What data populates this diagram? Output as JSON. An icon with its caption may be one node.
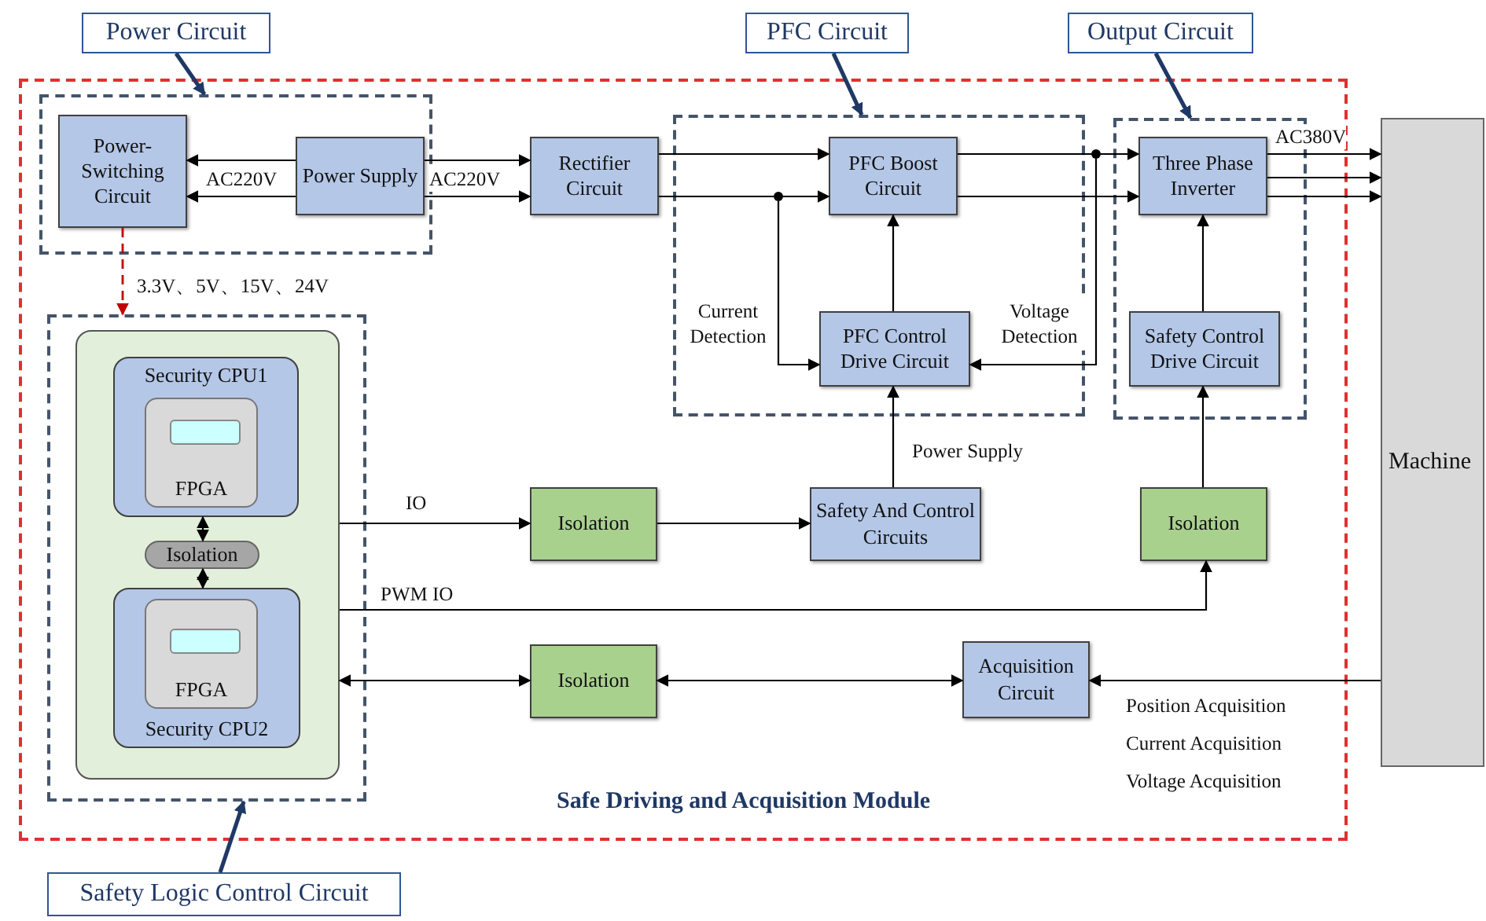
{
  "diagram": {
    "nodes": [
      {
        "text": [
          "Safe Driving and Acquisition Module"
        ]
      },
      {
        "text": [],
        "shape": "box",
        "in": 0
      },
      {
        "text": [
          "Power-Switching Circuit"
        ],
        "in": 1
      },
      {
        "text": [
          "Power Supply"
        ],
        "in": 1
      },
      {
        "text": [
          "Rectifier Circuit"
        ],
        "in": 0
      },
      {
        "text": [],
        "shape": "box",
        "in": 0
      },
      {
        "text": [
          "PFC Boost Circuit"
        ],
        "in": 5
      },
      {
        "text": [
          "PFC Control Drive Circuit"
        ],
        "in": 5
      },
      {
        "text": [],
        "shape": "box",
        "in": 0
      },
      {
        "text": [
          "Three Phase Inverter"
        ],
        "in": 8
      },
      {
        "text": [
          "Safety Control Drive Circuit"
        ],
        "in": 8
      },
      {
        "text": [],
        "shape": "box",
        "in": 0
      },
      {
        "text": [],
        "shape": "box",
        "in": 11
      },
      {
        "text": [
          "Security CPU1"
        ],
        "in": 12
      },
      {
        "text": [
          "FPGA"
        ],
        "in": 13
      },
      {
        "text": [],
        "shape": "box",
        "in": 14
      },
      {
        "text": [
          "Isolation"
        ],
        "in": 12
      },
      {
        "text": [
          "Security CPU2"
        ],
        "in": 12
      },
      {
        "text": [
          "FPGA"
        ],
        "in": 17
      },
      {
        "text": [],
        "shape": "box",
        "in": 18
      },
      {
        "text": [
          "Isolation"
        ],
        "in": 0
      },
      {
        "text": [
          "Safety And Control Circuits"
        ],
        "in": 0
      },
      {
        "text": [
          "Isolation"
        ],
        "in": 0
      },
      {
        "text": [
          "Isolation"
        ],
        "in": 0
      },
      {
        "text": [
          "Acquisition Circuit"
        ],
        "in": 0
      },
      {
        "text": [
          "Machine"
        ]
      },
      {
        "text": [],
        "shape": "circle",
        "in": 5
      },
      {
        "text": [],
        "shape": "circle",
        "in": 0
      },
      {
        "text": [
          "Power Circuit"
        ]
      },
      {
        "text": [
          "PFC Circuit"
        ]
      },
      {
        "text": [
          "Output Circuit"
        ]
      },
      {
        "text": [
          "Safety Logic Control Circuit"
        ]
      }
    ],
    "edges": [
      {
        "from": 3,
        "to": 2,
        "arrow": "to",
        "label": "AC220V"
      },
      {
        "from": 3,
        "to": 2,
        "arrow": "to"
      },
      {
        "from": 3,
        "to": 4,
        "arrow": "to",
        "label": "AC220V"
      },
      {
        "from": 3,
        "to": 4,
        "arrow": "to"
      },
      {
        "from": 4,
        "to": 6,
        "arrow": "to"
      },
      {
        "from": 4,
        "to": 26,
        "arrow": "none"
      },
      {
        "from": 26,
        "to": 6,
        "arrow": "to"
      },
      {
        "from": 26,
        "to": 7,
        "arrow": "to",
        "label": "Current Detection"
      },
      {
        "from": 6,
        "to": 27,
        "arrow": "none"
      },
      {
        "from": 27,
        "to": 9,
        "arrow": "to"
      },
      {
        "from": 27,
        "to": 7,
        "arrow": "to",
        "label": "Voltage Detection"
      },
      {
        "from": 6,
        "to": 9,
        "arrow": "to"
      },
      {
        "from": 9,
        "to": 25,
        "arrow": "to",
        "label": "AC380V"
      },
      {
        "from": 9,
        "to": 25,
        "arrow": "to"
      },
      {
        "from": 9,
        "to": 25,
        "arrow": "to"
      },
      {
        "from": 7,
        "to": 6,
        "arrow": "to"
      },
      {
        "from": 21,
        "to": 7,
        "arrow": "to",
        "label": "Power Supply"
      },
      {
        "from": 10,
        "to": 9,
        "arrow": "to"
      },
      {
        "from": 22,
        "to": 10,
        "arrow": "to"
      },
      {
        "from": 2,
        "to": 11,
        "arrow": "to",
        "label": "3.3V、5V、15V、24V",
        "style": "dashed",
        "color": "#c00000"
      },
      {
        "from": 13,
        "to": 16,
        "arrow": "both"
      },
      {
        "from": 16,
        "to": 17,
        "arrow": "both"
      },
      {
        "from": 12,
        "to": 20,
        "arrow": "to",
        "label": "IO"
      },
      {
        "from": 20,
        "to": 21,
        "arrow": "to"
      },
      {
        "from": 12,
        "to": 22,
        "arrow": "to",
        "label": "PWM IO"
      },
      {
        "from": 12,
        "to": 23,
        "arrow": "both"
      },
      {
        "from": 23,
        "to": 24,
        "arrow": "both"
      },
      {
        "from": 25,
        "to": 24,
        "arrow": "to"
      },
      {
        "from": 28,
        "to": 1,
        "arrow": "to",
        "style": "thick",
        "color": "#1f3864"
      },
      {
        "from": 29,
        "to": 5,
        "arrow": "to",
        "style": "thick",
        "color": "#1f3864"
      },
      {
        "from": 30,
        "to": 8,
        "arrow": "to",
        "style": "thick",
        "color": "#1f3864"
      },
      {
        "from": 31,
        "to": 11,
        "arrow": "to",
        "style": "thick",
        "color": "#1f3864"
      }
    ],
    "labels": [
      "Position Acquisition",
      "Current Acquisition",
      "Voltage Acquisition"
    ]
  }
}
